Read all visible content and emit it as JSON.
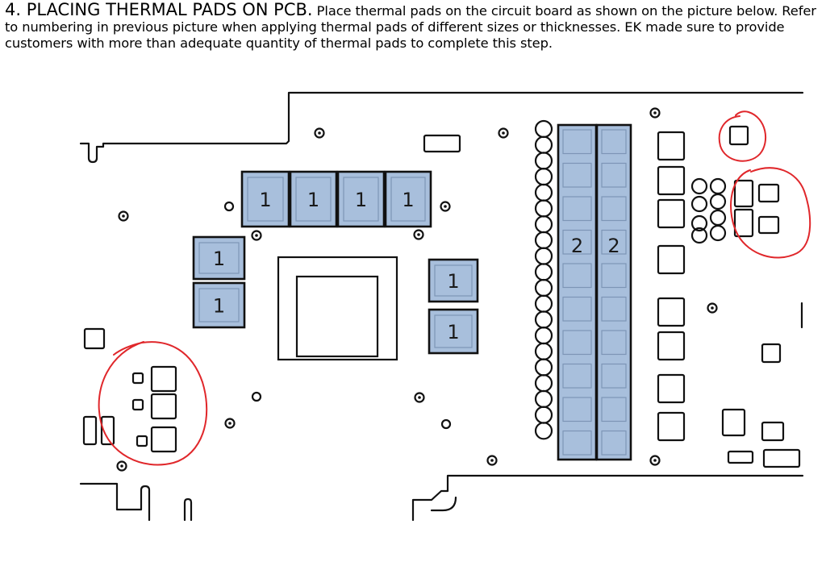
{
  "instructions": {
    "title": "4. PLACING THERMAL PADS ON PCB.",
    "body": "Place thermal pads on the circuit board as shown on the picture below. Refer to numbering in previous picture when applying thermal pads of different sizes or thicknesses. EK made sure to provide customers with more than adequate quantity of thermal pads to complete this step."
  },
  "diagram": {
    "pad_fill_color": "#a8bfdc",
    "outline_color": "#111111",
    "highlight_color": "#e0272b",
    "pads": [
      {
        "id": "vrm-top-1",
        "label": "1"
      },
      {
        "id": "vrm-top-2",
        "label": "1"
      },
      {
        "id": "vrm-top-3",
        "label": "1"
      },
      {
        "id": "vrm-top-4",
        "label": "1"
      },
      {
        "id": "vrm-left-1",
        "label": "1"
      },
      {
        "id": "vrm-left-2",
        "label": "1"
      },
      {
        "id": "vrm-right-1",
        "label": "1"
      },
      {
        "id": "vrm-right-2",
        "label": "1"
      },
      {
        "id": "strip-1",
        "label": "2"
      },
      {
        "id": "strip-2",
        "label": "2"
      }
    ]
  }
}
